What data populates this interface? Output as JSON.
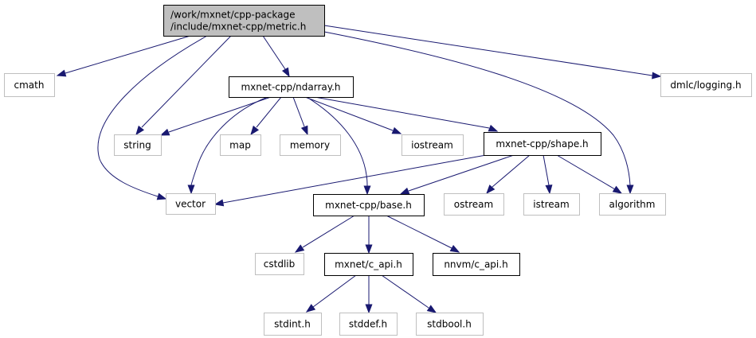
{
  "diagram": {
    "title": "/work/mxnet/cpp-package/include/mxnet-cpp/metric.h",
    "colors": {
      "edge": "#191970",
      "root_fill": "#bfbfbf",
      "documented_border": "#000000",
      "external_border": "#bfbfbf"
    },
    "nodes": [
      {
        "id": "metric",
        "kind": "root",
        "lines": [
          "/work/mxnet/cpp-package",
          "/include/mxnet-cpp/metric.h"
        ]
      },
      {
        "id": "cmath",
        "kind": "ext",
        "lines": [
          "cmath"
        ]
      },
      {
        "id": "ndarray",
        "kind": "doc",
        "lines": [
          "mxnet-cpp/ndarray.h"
        ]
      },
      {
        "id": "logging",
        "kind": "ext",
        "lines": [
          "dmlc/logging.h"
        ]
      },
      {
        "id": "string",
        "kind": "ext",
        "lines": [
          "string"
        ]
      },
      {
        "id": "map",
        "kind": "ext",
        "lines": [
          "map"
        ]
      },
      {
        "id": "memory",
        "kind": "ext",
        "lines": [
          "memory"
        ]
      },
      {
        "id": "iostream",
        "kind": "ext",
        "lines": [
          "iostream"
        ]
      },
      {
        "id": "shape",
        "kind": "doc",
        "lines": [
          "mxnet-cpp/shape.h"
        ]
      },
      {
        "id": "vector",
        "kind": "ext",
        "lines": [
          "vector"
        ]
      },
      {
        "id": "base",
        "kind": "doc",
        "lines": [
          "mxnet-cpp/base.h"
        ]
      },
      {
        "id": "ostream",
        "kind": "ext",
        "lines": [
          "ostream"
        ]
      },
      {
        "id": "istream",
        "kind": "ext",
        "lines": [
          "istream"
        ]
      },
      {
        "id": "algorithm",
        "kind": "ext",
        "lines": [
          "algorithm"
        ]
      },
      {
        "id": "cstdlib",
        "kind": "ext",
        "lines": [
          "cstdlib"
        ]
      },
      {
        "id": "mxnet_c_api",
        "kind": "doc",
        "lines": [
          "mxnet/c_api.h"
        ]
      },
      {
        "id": "nnvm_c_api",
        "kind": "doc",
        "lines": [
          "nnvm/c_api.h"
        ]
      },
      {
        "id": "stdint",
        "kind": "ext",
        "lines": [
          "stdint.h"
        ]
      },
      {
        "id": "stddef",
        "kind": "ext",
        "lines": [
          "stddef.h"
        ]
      },
      {
        "id": "stdbool",
        "kind": "ext",
        "lines": [
          "stdbool.h"
        ]
      }
    ],
    "edges": [
      {
        "from": "metric",
        "to": "cmath"
      },
      {
        "from": "metric",
        "to": "ndarray"
      },
      {
        "from": "metric",
        "to": "logging"
      },
      {
        "from": "metric",
        "to": "string"
      },
      {
        "from": "metric",
        "to": "vector"
      },
      {
        "from": "metric",
        "to": "algorithm"
      },
      {
        "from": "ndarray",
        "to": "string"
      },
      {
        "from": "ndarray",
        "to": "map"
      },
      {
        "from": "ndarray",
        "to": "memory"
      },
      {
        "from": "ndarray",
        "to": "iostream"
      },
      {
        "from": "ndarray",
        "to": "shape"
      },
      {
        "from": "ndarray",
        "to": "vector"
      },
      {
        "from": "ndarray",
        "to": "base"
      },
      {
        "from": "shape",
        "to": "vector"
      },
      {
        "from": "shape",
        "to": "base"
      },
      {
        "from": "shape",
        "to": "ostream"
      },
      {
        "from": "shape",
        "to": "istream"
      },
      {
        "from": "shape",
        "to": "algorithm"
      },
      {
        "from": "base",
        "to": "cstdlib"
      },
      {
        "from": "base",
        "to": "mxnet_c_api"
      },
      {
        "from": "base",
        "to": "nnvm_c_api"
      },
      {
        "from": "mxnet_c_api",
        "to": "stdint"
      },
      {
        "from": "mxnet_c_api",
        "to": "stddef"
      },
      {
        "from": "mxnet_c_api",
        "to": "stdbool"
      }
    ]
  }
}
